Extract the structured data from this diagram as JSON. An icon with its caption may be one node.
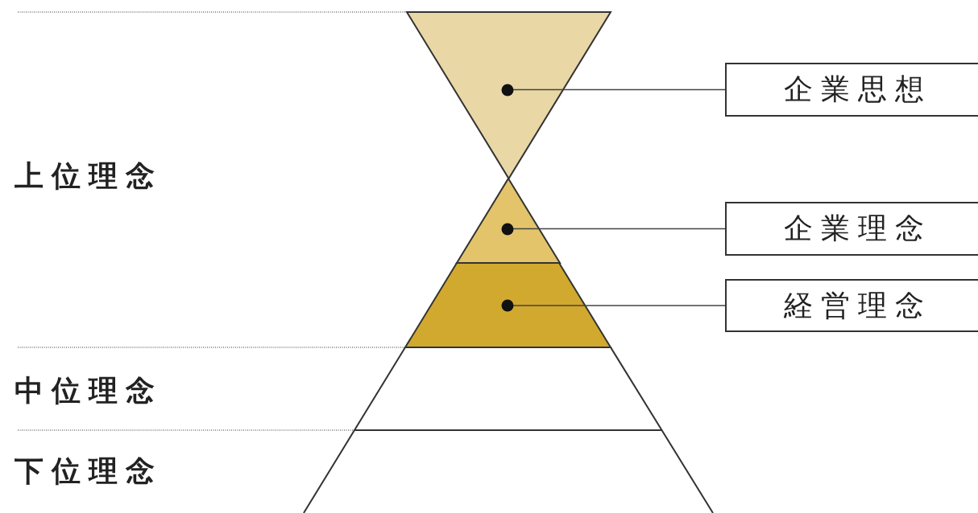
{
  "diagram": {
    "nodes": [
      {
        "text": [],
        "shape": "triangle"
      },
      {
        "text": [
          "企業思想"
        ]
      },
      {
        "text": [],
        "shape": "triangle"
      },
      {
        "text": [
          "企業理念"
        ]
      },
      {
        "text": [],
        "shape": "trapezoid"
      },
      {
        "text": [
          "経営理念"
        ]
      }
    ],
    "edges": [
      {
        "from": 1,
        "to": 0,
        "arrow": "other"
      },
      {
        "from": 3,
        "to": 2,
        "arrow": "other"
      },
      {
        "from": 5,
        "to": 4,
        "arrow": "other"
      }
    ],
    "labels": [
      "上位理念",
      "中位理念",
      "下位理念"
    ]
  }
}
